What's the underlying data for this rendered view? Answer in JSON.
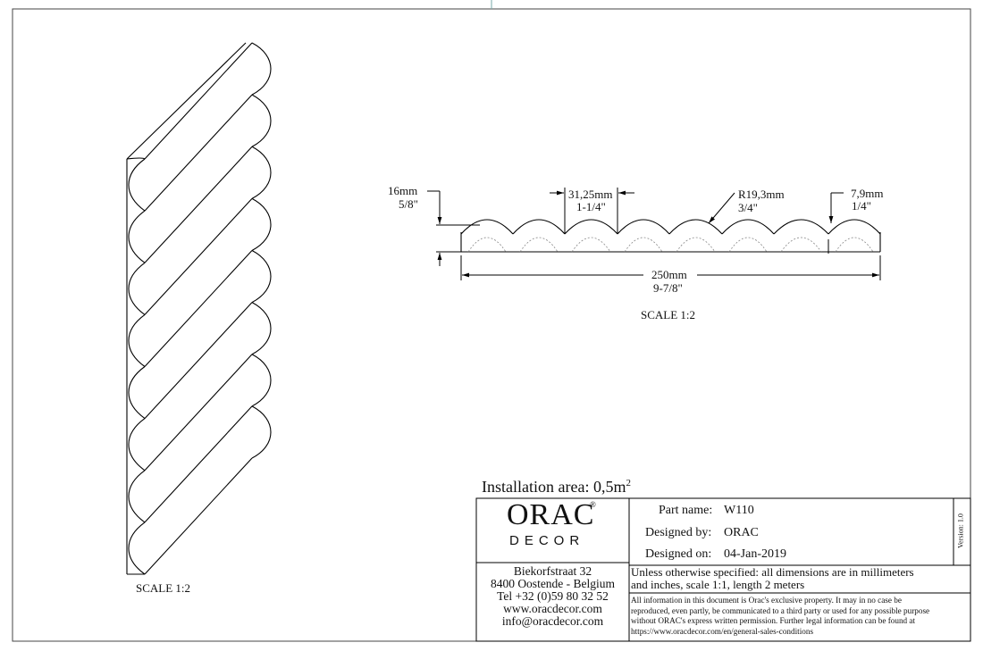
{
  "drawing": {
    "left_view_scale": "SCALE  1:2",
    "top_view_scale": "SCALE  1:2",
    "dims": {
      "height_mm": "16mm",
      "height_in": "5/8\"",
      "pitch_mm": "31,25mm",
      "pitch_in": "1-1/4\"",
      "radius_mm": "R19,3mm",
      "radius_in": "3/4\"",
      "depth_mm": "7,9mm",
      "depth_in": "1/4\"",
      "width_mm": "250mm",
      "width_in": "9-7/8\""
    }
  },
  "installation": {
    "label": "Installation area: 0,5m",
    "superscript": "2"
  },
  "title_block": {
    "brand_name": "ORAC",
    "brand_sub": "DECOR",
    "registered": "®",
    "address": {
      "street": "Biekorfstraat 32",
      "city": "8400 Oostende - Belgium",
      "tel": "Tel   +32 (0)59 80 32 52",
      "web": "www.oracdecor.com",
      "email": "info@oracdecor.com"
    },
    "part_name_label": "Part name:",
    "part_name_value": "W110",
    "designed_by_label": "Designed by:",
    "designed_by_value": "ORAC",
    "designed_on_label": "Designed on:",
    "designed_on_value": "04-Jan-2019",
    "version": "Version: 1.0",
    "spec_line1": "Unless otherwise specified: all dimensions are in millimeters",
    "spec_line2": "and inches, scale 1:1, length 2 meters",
    "legal": "All information in this document is Orac's exclusive property.  It may in no case be reproduced, even partly, be communicated to a third party or used for any possible purpose without ORAC's express written permission. Further legal information can be found at https://www.oracdecor.com/en/general-sales-conditions"
  }
}
